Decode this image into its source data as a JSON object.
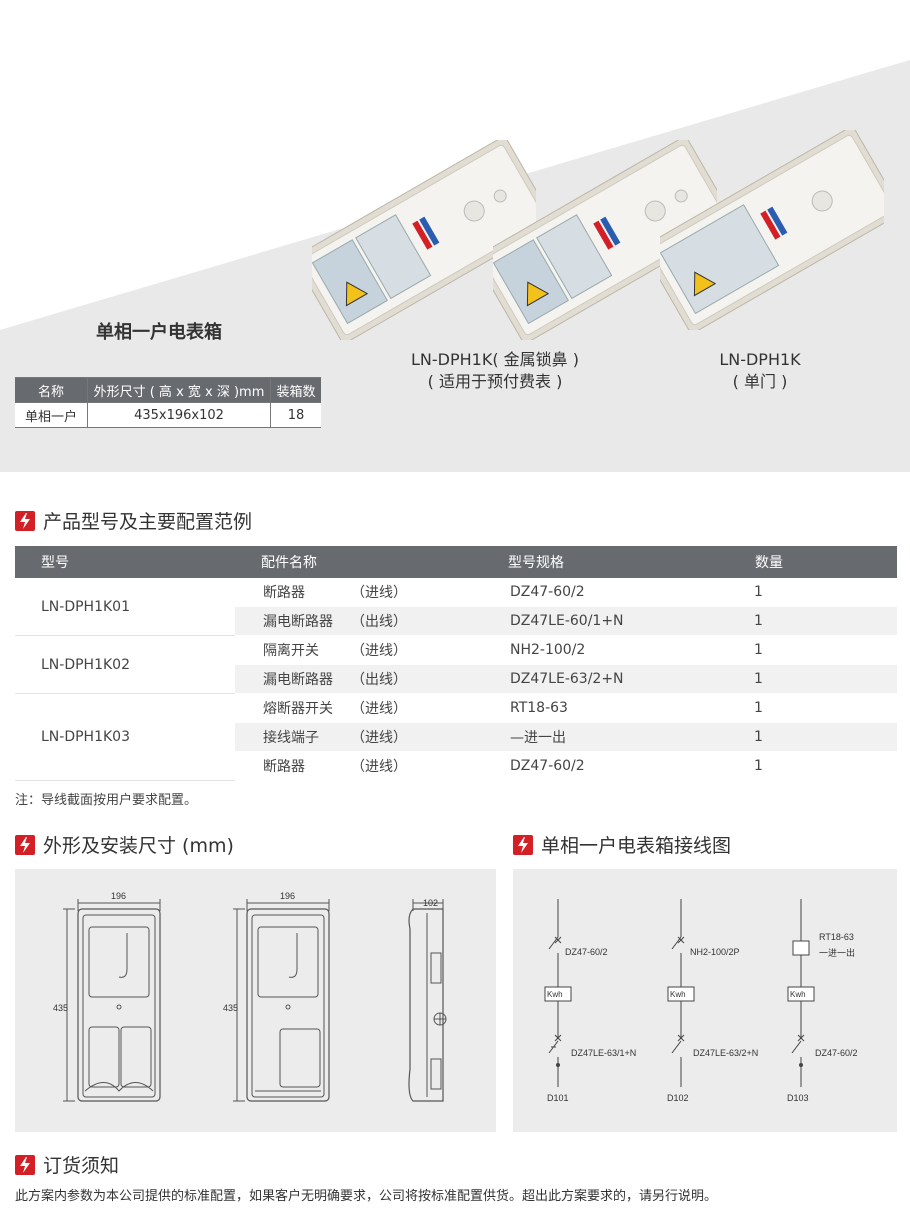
{
  "hero": {
    "series_title": "单相一户电表箱",
    "spec_table": {
      "headers": [
        "名称",
        "外形尺寸 ( 高 x 宽 x 深 )mm",
        "装箱数"
      ],
      "rows": [
        [
          "单相一户",
          "435x196x102",
          "18"
        ]
      ]
    },
    "products": [
      {
        "line1": "LN-DPH1K( 金属锁鼻 )",
        "line2": "( 适用于预付费表 )"
      },
      {
        "line1": "LN-DPH1K",
        "line2": "( 单门 )"
      }
    ]
  },
  "config": {
    "title": "产品型号及主要配置范例",
    "headers": [
      "型号",
      "配件名称",
      "型号规格",
      "数量"
    ],
    "groups": [
      {
        "model": "LN-DPH1K01",
        "rows": [
          {
            "part": "断路器",
            "note": "（进线）",
            "spec": "DZ47-60/2",
            "qty": "1"
          },
          {
            "part": "漏电断路器",
            "note": "（出线）",
            "spec": "DZ47LE-60/1+N",
            "qty": "1"
          }
        ]
      },
      {
        "model": "LN-DPH1K02",
        "rows": [
          {
            "part": "隔离开关",
            "note": "（进线）",
            "spec": "NH2-100/2",
            "qty": "1"
          },
          {
            "part": "漏电断路器",
            "note": "（出线）",
            "spec": "DZ47LE-63/2+N",
            "qty": "1"
          }
        ]
      },
      {
        "model": "LN-DPH1K03",
        "rows": [
          {
            "part": "熔断器开关",
            "note": "（进线）",
            "spec": "RT18-63",
            "qty": "1"
          },
          {
            "part": "接线端子",
            "note": "（进线）",
            "spec": "—进一出",
            "qty": "1"
          },
          {
            "part": "断路器",
            "note": "（进线）",
            "spec": "DZ47-60/2",
            "qty": "1"
          }
        ]
      }
    ],
    "note": "注：导线截面按用户要求配置。"
  },
  "dimensions": {
    "title": "外形及安装尺寸 (mm)",
    "width1": "196",
    "width2": "196",
    "depth": "102",
    "height1": "435",
    "height2": "435"
  },
  "wiring": {
    "title": "单相一户电表箱接线图",
    "circuits": [
      {
        "top_label": "DZ47-60/2",
        "meter": "Kwh",
        "bottom_label": "DZ47LE-63/1+N",
        "id": "D101"
      },
      {
        "top_label": "NH2-100/2P",
        "meter": "Kwh",
        "bottom_label": "DZ47LE-63/2+N",
        "id": "D102"
      },
      {
        "top_label": "RT18-63",
        "top_label2": "一进一出",
        "meter": "Kwh",
        "bottom_label": "DZ47-60/2",
        "id": "D103"
      }
    ]
  },
  "ordering": {
    "title": "订货须知",
    "text": "此方案内参数为本公司提供的标准配置，如果客户无明确要求，公司将按标准配置供货。超出此方案要求的，请另行说明。"
  },
  "colors": {
    "accent": "#d32027",
    "header_gray": "#676b70",
    "panel_gray": "#ececec"
  }
}
